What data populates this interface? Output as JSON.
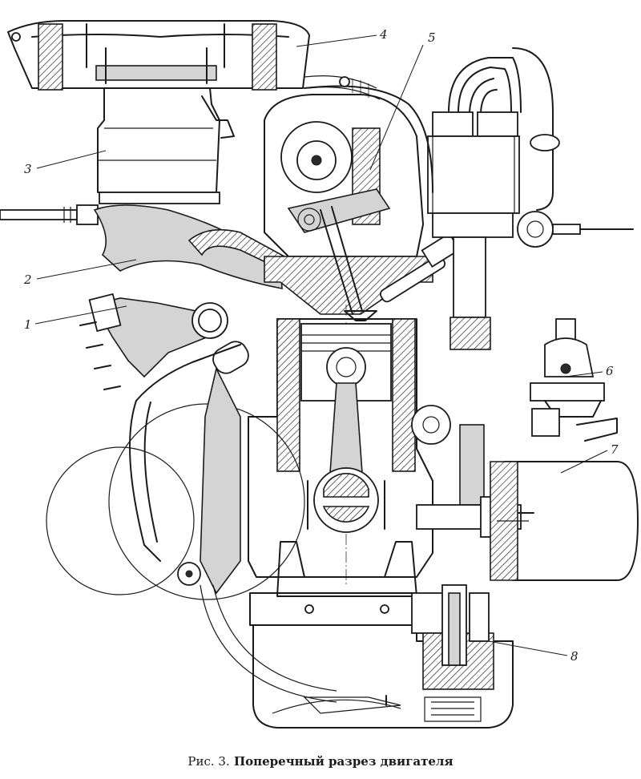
{
  "caption": {
    "prefix": "Рис. 3.",
    "title": "Поперечный разрез двигателя"
  },
  "callouts": [
    {
      "id": "1",
      "text": "1"
    },
    {
      "id": "2",
      "text": "2"
    },
    {
      "id": "3",
      "text": "3"
    },
    {
      "id": "4",
      "text": "4"
    },
    {
      "id": "5",
      "text": "5"
    },
    {
      "id": "6",
      "text": "6"
    },
    {
      "id": "7",
      "text": "7"
    },
    {
      "id": "8",
      "text": "8"
    }
  ],
  "colors": {
    "ink": "#1a1a1a",
    "paper": "#ffffff",
    "shade": "#d4d4d4"
  }
}
